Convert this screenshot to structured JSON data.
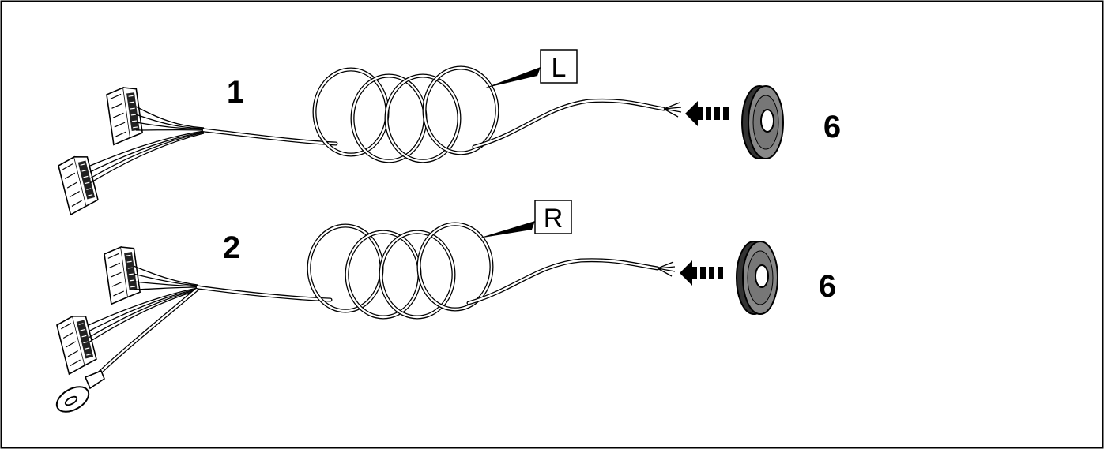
{
  "harnesses": [
    {
      "number": "1",
      "side_label": "L",
      "grommet_label": "6"
    },
    {
      "number": "2",
      "side_label": "R",
      "grommet_label": "6"
    }
  ]
}
